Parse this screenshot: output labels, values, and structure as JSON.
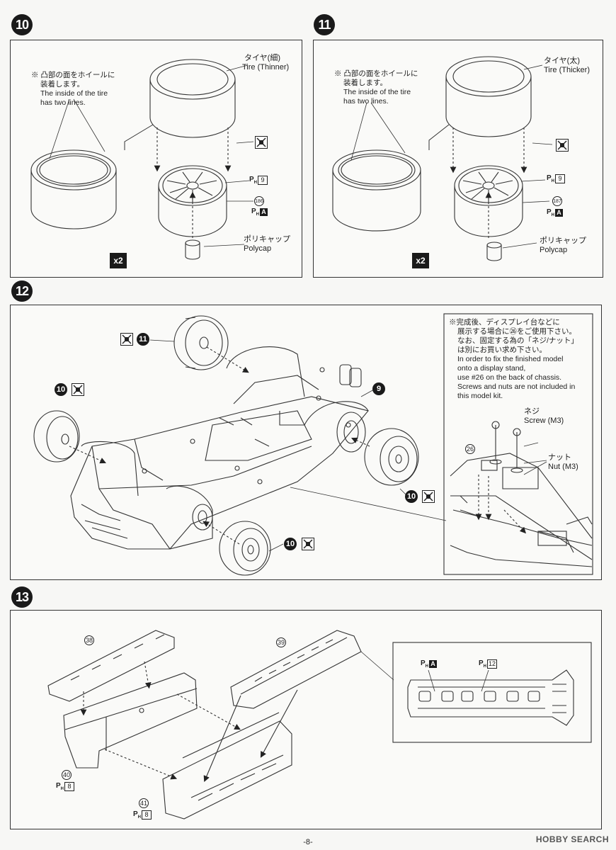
{
  "page_number": "-8-",
  "watermark": "HOBBY SEARCH",
  "steps": {
    "s10": {
      "num": "10",
      "note_jp": "※ 凸部の面をホイールに",
      "note_jp2": "装着します。",
      "note_en1": "The inside of the tire",
      "note_en2": "has two lines.",
      "tire_jp": "タイヤ(細)",
      "tire_en": "Tire (Thinner)",
      "paint_ph": "9",
      "part": "186",
      "paint_a": "A",
      "polycap_jp": "ポリキャップ",
      "polycap_en": "Polycap",
      "multiplier": "x2"
    },
    "s11": {
      "num": "11",
      "note_jp": "※ 凸部の面をホイールに",
      "note_jp2": "装着します。",
      "note_en1": "The inside of the tire",
      "note_en2": "has two lines.",
      "tire_jp": "タイヤ(太)",
      "tire_en": "Tire (Thicker)",
      "paint_ph": "9",
      "part": "187",
      "paint_a": "A",
      "polycap_jp": "ポリキャップ",
      "polycap_en": "Polycap",
      "multiplier": "x2"
    },
    "s12": {
      "num": "12",
      "ref_11": "11",
      "ref_10a": "10",
      "ref_9": "9",
      "ref_10b": "10",
      "ref_10c": "10",
      "note_lines": [
        "※完成後、ディスプレイ台などに",
        "展示する場合に㉖をご使用下さい。",
        "なお、固定する為の「ネジ/ナット」",
        "は別にお買い求め下さい。",
        "In order to fix the finished model",
        "onto a display stand,",
        "use #26 on the back of chassis.",
        "Screws and nuts are not included in",
        "this model kit."
      ],
      "screw_jp": "ネジ",
      "screw_en": "Screw (M3)",
      "nut_jp": "ナット",
      "nut_en": "Nut (M3)",
      "part26": "26"
    },
    "s13": {
      "num": "13",
      "p38": "38",
      "p39": "39",
      "p40": "40",
      "p41": "41",
      "paint40": "8",
      "paint41": "8",
      "inset_a": "A",
      "inset_12": "12"
    }
  }
}
